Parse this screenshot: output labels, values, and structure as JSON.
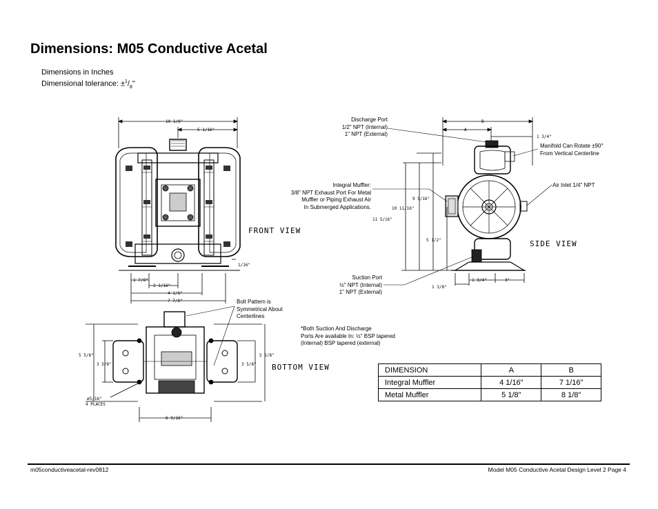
{
  "title": "Dimensions: M05 Conductive Acetal",
  "notes": {
    "line1": "Dimensions in Inches",
    "line2_prefix": "Dimensional tolerance: ±",
    "line2_num": "1",
    "line2_den": "8",
    "line2_suffix": "\""
  },
  "views": {
    "front": "FRONT VIEW",
    "side": "SIDE VIEW",
    "bottom": "BOTTOM VIEW"
  },
  "callouts": {
    "discharge": [
      "Discharge Port",
      "1/2\" NPT (Internal)",
      "1\" NPT (External)"
    ],
    "manifold": [
      "Manifold Can Rotate ±90°",
      "From Vertical Centerline"
    ],
    "air_inlet": "Air Inlet 1/4\" NPT",
    "muffler": [
      "Integral Muffler:",
      "3/8\" NPT Exhaust Port For Metal",
      "Muffler or Piping Exhaust Air",
      "In Submerged Applications."
    ],
    "suction": [
      "Suction Port",
      "½\" NPT (Internal)",
      "1\" NPT (External)"
    ],
    "bolt": [
      "Bolt Pattern is",
      "Symmetrical About",
      "Centerlines"
    ],
    "bsp": [
      "*Both Suction And Discharge",
      "Ports Are available In: ½\" BSP tapered",
      "(Internal) BSP tapered (external)"
    ]
  },
  "dims": {
    "front": {
      "overall": "10 1/8\"",
      "half": "5 1/16\"",
      "base": "1/16\"",
      "foot1": "1 7/8\"",
      "foot2": "2 1/16\"",
      "w1": "4 1/8\"",
      "w2": "7 7/8\""
    },
    "side": {
      "b": "B",
      "a": "A",
      "top": "1 3/4\"",
      "h1": "9 9/16\"",
      "h2": "10 11/16\"",
      "h3": "11 5/16\"",
      "h4": "5 1/2\"",
      "bot1": "1 3/8\"",
      "bot2": "1 3/4\"",
      "bot3": "3\""
    },
    "bottom": {
      "l_outer": "5 5/8\"",
      "l_inner": "3 5/8\"",
      "r_inner": "3 5/8\"",
      "r_outer": "5 5/8\"",
      "holes1": "ø5/16\"",
      "holes2": "4 PLACES",
      "width": "6 9/16\""
    }
  },
  "table": {
    "headers": [
      "DIMENSION",
      "A",
      "B"
    ],
    "rows": [
      [
        "Integral Muffler",
        "4 1/16\"",
        "7 1/16\""
      ],
      [
        "Metal Muffler",
        "5 1/8\"",
        "8 1/8\""
      ]
    ]
  },
  "footer": {
    "left": "m05conductiveacetal-rev0812",
    "right": "Model M05 Conductive Acetal Design Level 2   Page 4"
  }
}
